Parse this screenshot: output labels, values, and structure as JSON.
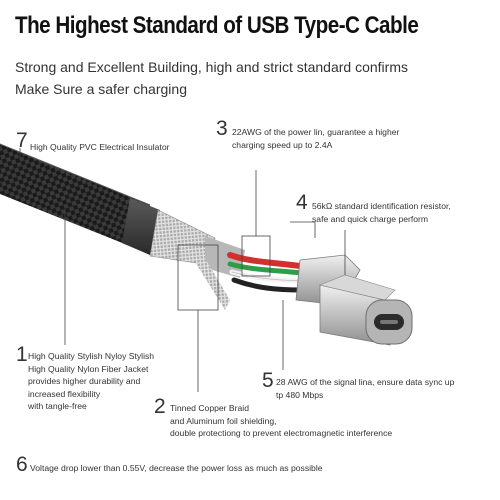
{
  "header": {
    "title": "The Highest Standard of USB Type-C Cable",
    "subtitle_line1": "Strong and Excellent Building, high and strict standard confirms",
    "subtitle_line2": "Make Sure a safer charging"
  },
  "callouts": {
    "c7": {
      "number": "7",
      "text": "High Quality PVC Electrical Insulator"
    },
    "c3": {
      "number": "3",
      "line1": "22AWG of the power lin, guarantee a higher",
      "line2": "charging speed up to 2.4A"
    },
    "c4": {
      "number": "4",
      "line1": "56kΩ standard identification resistor,",
      "line2": "safe and quick charge perform"
    },
    "c1": {
      "number": "1",
      "line1": "High Quality Stylish Nyloy Stylish",
      "line2": "High Quality Nylon Fiber Jacket",
      "line3": "provides higher durability and",
      "line4": "increased flexibility",
      "line5": "with tangle-free"
    },
    "c5": {
      "number": "5",
      "line1": "28 AWG of the signal lina, ensure data sync up",
      "line2": "tp 480 Mbps"
    },
    "c2": {
      "number": "2",
      "line1": "Tinned Copper Braid",
      "line2": "and Aluminum foil shielding,",
      "line3": "double protectiong to prevent electromagnetic interference"
    },
    "c6": {
      "number": "6",
      "text": "Voltage drop lower than 0.55V, decrease the power loss as much as possible"
    }
  },
  "colors": {
    "jacket": "#1c1c1c",
    "braid": "#b8b8b8",
    "wire_red": "#d0312d",
    "wire_green": "#2e9d46",
    "wire_white": "#f2f2f2",
    "connector": "#c9c9c9"
  }
}
